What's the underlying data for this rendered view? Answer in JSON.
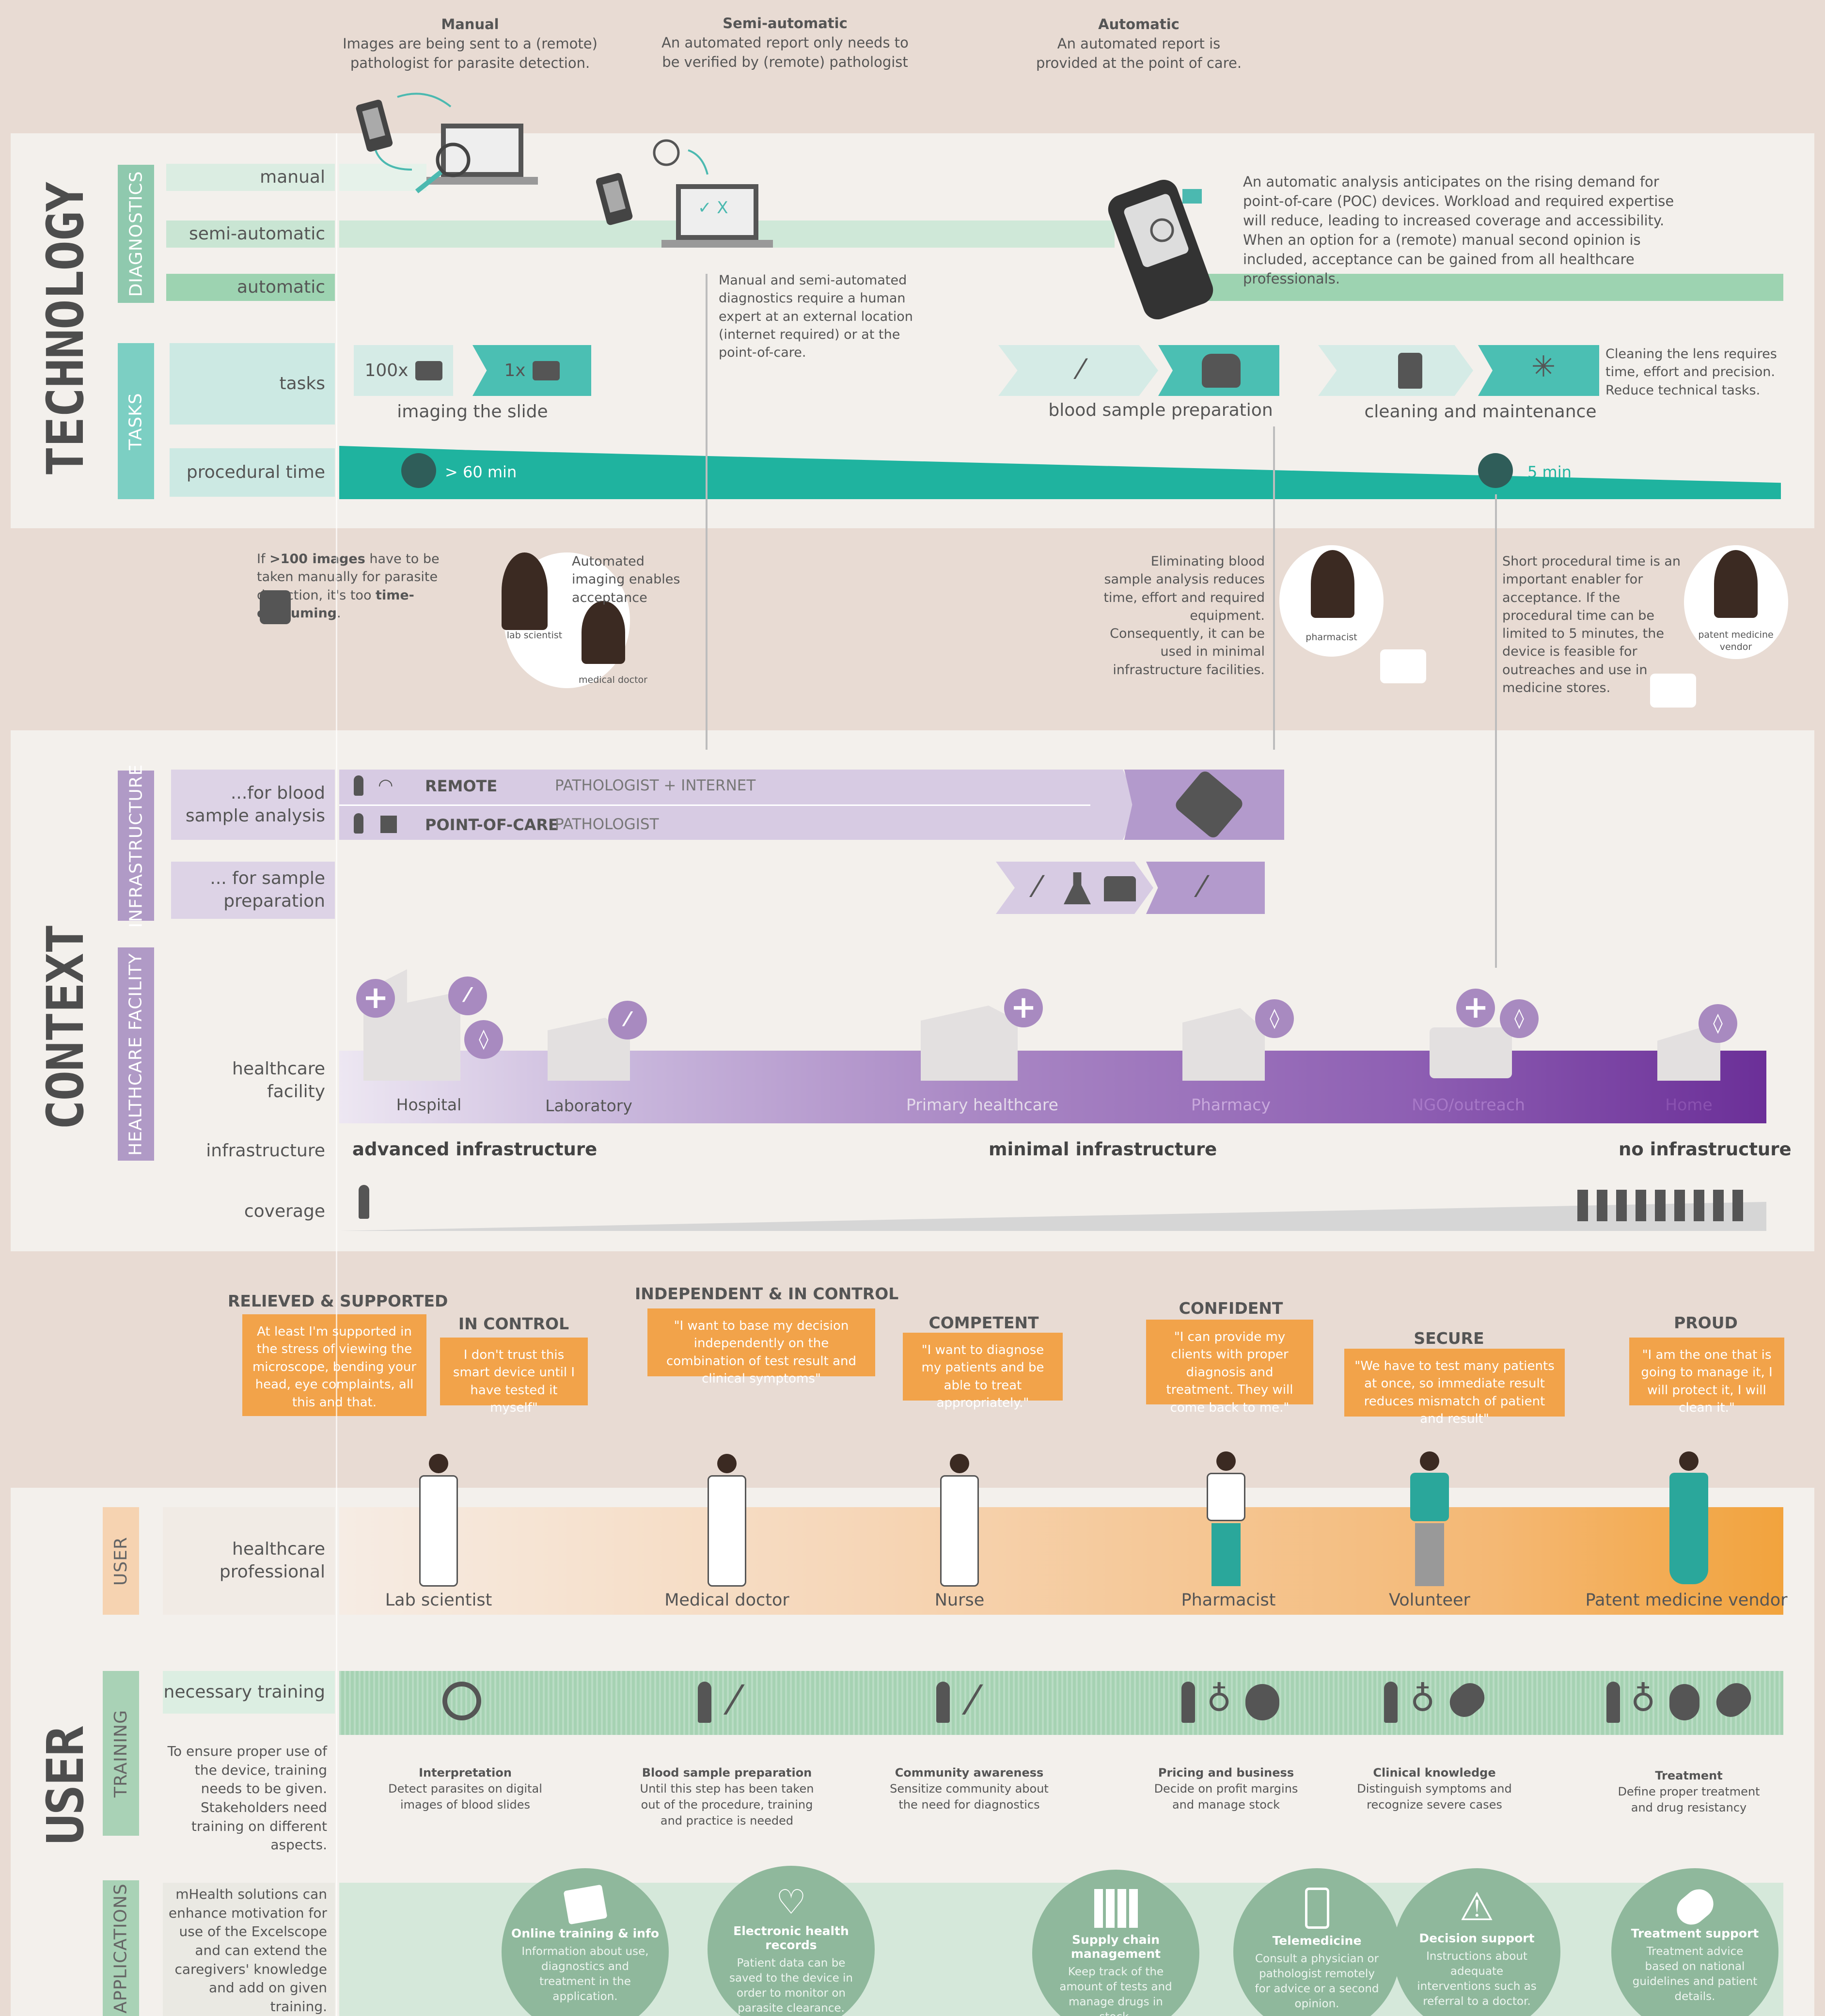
{
  "top": {
    "manual": {
      "title": "Manual",
      "desc": "Images are being sent to a (remote) pathologist for parasite detection."
    },
    "semi": {
      "title": "Semi-automatic",
      "desc": "An automated report only needs to be verified by (remote) pathologist"
    },
    "auto": {
      "title": "Automatic",
      "desc": "An automated report is provided at the point of care."
    }
  },
  "technology": {
    "title": "TECHNOLOGY",
    "diagnostics_tab": "DIAGNOSTICS",
    "tasks_tab": "TASKS",
    "rows": {
      "manual": "manual",
      "semi": "semi-automatic",
      "automatic": "automatic",
      "tasks": "tasks",
      "procedural": "procedural time"
    },
    "auto_note": "An automatic analysis anticipates on the rising demand for point-of-care (POC) devices. Workload and required expertise will reduce, leading to increased coverage and accessibility. When an option for a (remote) manual second opinion is included, acceptance can be gained from all healthcare professionals.",
    "semi_note": "Manual and semi-automated diagnostics require a human expert at an external location (internet required) or at the point-of-care.",
    "task_100x": "100x",
    "task_1x": "1x",
    "imaging": "imaging the slide",
    "blood": "blood sample preparation",
    "cleaning": "cleaning and maintenance",
    "cleaning_note": "Cleaning the lens  requires time, effort and precision. Reduce technical tasks.",
    "time_long": "> 60 min",
    "time_short": "5 min"
  },
  "quotes": {
    "images_pre": "If ",
    "images_b1": ">100 images",
    "images_mid": " have to be taken manually for parasite detection, it's too ",
    "images_b2": "time-consuming",
    "automated": "Automated imaging enables acceptance",
    "lab_scientist": "lab scientist",
    "medical_doctor": "medical doctor",
    "eliminating": "Eliminating blood sample analysis reduces time, effort and required equipment. Consequently, it can be used in minimal infrastructure facilities.",
    "pharmacist": "pharmacist",
    "short": "Short procedural time is an important enabler for acceptance. If the procedural time can be limited to 5 minutes, the device is feasible for outreaches and use in medicine stores.",
    "vendor": "patent medicine vendor"
  },
  "context": {
    "title": "CONTEXT",
    "infra_tab": "INFRASTRUCTURE",
    "facility_tab": "HEALTHCARE  FACILITY",
    "blood_label": "...for blood sample analysis",
    "prep_label": "... for sample preparation",
    "remote": "REMOTE",
    "remote_req": "PATHOLOGIST + INTERNET",
    "poc": "POINT-OF-CARE",
    "poc_req": "PATHOLOGIST",
    "facility_label": "healthcare facility",
    "infra_label": "infrastructure",
    "coverage_label": "coverage",
    "facilities": [
      "Hospital",
      "Laboratory",
      "Primary healthcare",
      "Pharmacy",
      "NGO/outreach",
      "Home"
    ],
    "advanced": "advanced infrastructure",
    "minimal": "minimal infrastructure",
    "none": "no infrastructure"
  },
  "emotions": [
    {
      "title": "RELIEVED & SUPPORTED",
      "quote": "At least I'm supported in the stress of viewing the microscope, bending your head, eye complaints, all this and that."
    },
    {
      "title": "IN CONTROL",
      "quote": "I don't trust this smart device until I have tested it myself\""
    },
    {
      "title": "INDEPENDENT & IN CONTROL",
      "quote": "\"I want to base my decision independently on the combination of test result and clinical symptoms\""
    },
    {
      "title": "COMPETENT",
      "quote": "\"I want to diagnose my patients and be able to treat appropriately.\""
    },
    {
      "title": "CONFIDENT",
      "quote": "\"I can provide my clients with proper diagnosis and treatment. They will come back to me.\""
    },
    {
      "title": "SECURE",
      "quote": "\"We have to test many patients at once, so immediate result reduces mismatch of patient and result\""
    },
    {
      "title": "PROUD",
      "quote": "\"I am the one that is going to manage it, I will protect it, I will clean it.\""
    }
  ],
  "user": {
    "title": "USER",
    "user_tab": "USER",
    "training_tab": "TRAINING",
    "apps_tab": "APPLICATIONS",
    "hp_label": "healthcare professional",
    "professionals": [
      "Lab scientist",
      "Medical doctor",
      "Nurse",
      "Pharmacist",
      "Volunteer",
      "Patent medicine vendor"
    ],
    "training_label": "necessary training",
    "training_note": "To ensure proper use of the device, training needs to be given. Stakeholders need training on different aspects.",
    "trainings": [
      {
        "title": "Interpretation",
        "desc": "Detect parasites on digital images of blood slides"
      },
      {
        "title": "Blood sample preparation",
        "desc": "Until this step has been taken out of the procedure, training and practice is needed"
      },
      {
        "title": "Community awareness",
        "desc": "Sensitize community about the need for diagnostics"
      },
      {
        "title": "Pricing and business",
        "desc": "Decide on profit margins and manage stock"
      },
      {
        "title": "Clinical knowledge",
        "desc": "Distinguish symptoms and recognize severe cases"
      },
      {
        "title": "Treatment",
        "desc": "Define proper treatment and drug resistancy"
      }
    ],
    "apps_note": "mHealth solutions can enhance motivation for use of the Excelscope and can extend the caregivers' knowledge and add on given training.",
    "apps": [
      {
        "title": "Online training & info",
        "desc": "Information about use, diagnostics and treatment in the application."
      },
      {
        "title": "Electronic health records",
        "desc": "Patient data can be saved to the device in order to monitor on parasite clearance."
      },
      {
        "title": "Supply chain management",
        "desc": "Keep track of the amount of tests and manage drugs in stock."
      },
      {
        "title": "Telemedicine",
        "desc": "Consult a physician or pathologist remotely for advice or a second opinion."
      },
      {
        "title": "Decision support",
        "desc": "Instructions about adequate interventions such as referral to a doctor."
      },
      {
        "title": "Treatment support",
        "desc": "Treatment advice based on national guidelines and patient details."
      }
    ]
  }
}
